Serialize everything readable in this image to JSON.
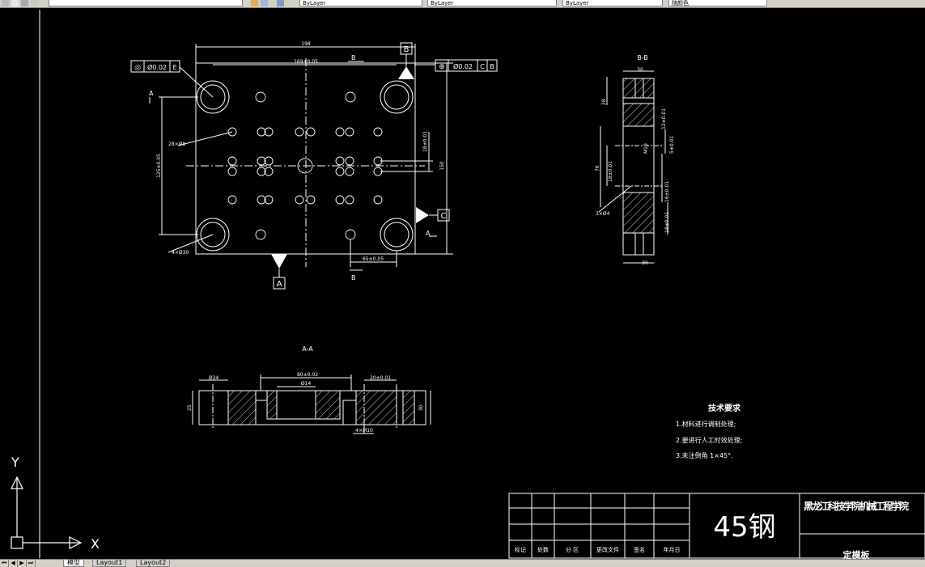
{
  "toolbar": {
    "fields": [
      "ByLayer",
      "ByLayer",
      "ByLayer",
      "随颜色"
    ]
  },
  "drawing": {
    "datums": {
      "a": "A",
      "b": "B",
      "c": "C"
    },
    "tol_concentric": {
      "symbol": "◎",
      "value": "Ø0.02",
      "datum": "E"
    },
    "tol_position": {
      "symbol": "⊕",
      "value": "Ø0.02",
      "datums": [
        "C",
        "B"
      ]
    },
    "dim_top_overall": "198",
    "dim_top_inner": "169±0.05",
    "dim_right_height": "150",
    "dim_right_small": "18±0.01",
    "dim_left_vertical": "125±0.05",
    "dim_bottom_offset": "65±0.05",
    "holes_note": "28×Ø8",
    "corner_note": "4×Ø30",
    "section_markers": {
      "a": "A",
      "b": "B"
    },
    "section_bb": {
      "title": "B-B",
      "dim_top": "30",
      "dim_bottom": "30",
      "dim_left1": "28",
      "dim_left2": "18±0.01",
      "dim_left3": "76",
      "dim_left4": "3×Ø4",
      "dim_right1": "5±0.01",
      "dim_right2": "18±0.01",
      "dim_right3": "16±0.01",
      "dim_right4": "12±0.01",
      "dim_mid": "M10"
    },
    "section_aa": {
      "title": "A-A",
      "dim_top": "80±0.02",
      "dim_mid": "Ø14",
      "dim_left": "Ø34",
      "dim_right": "20±0.01",
      "dim_height_left": "25",
      "dim_height_right": "30",
      "dim_bottom": "4×M10"
    },
    "tech_req": {
      "title": "技术要求",
      "items": [
        "1.材料进行调制处理;",
        "2.要进行人工时效处理;",
        "3.未注倒角 1×45°."
      ]
    },
    "title_block": {
      "material": "45钢",
      "school": "黑龙江科技学院机械工程学院",
      "part_name": "定模板",
      "headers": [
        "标记",
        "处数",
        "分 区",
        "更改文件",
        "签名",
        "年月日"
      ]
    },
    "ucs": {
      "x": "X",
      "y": "Y"
    }
  },
  "tabs": {
    "model": "模型",
    "layout1": "Layout1",
    "layout2": "Layout2"
  }
}
